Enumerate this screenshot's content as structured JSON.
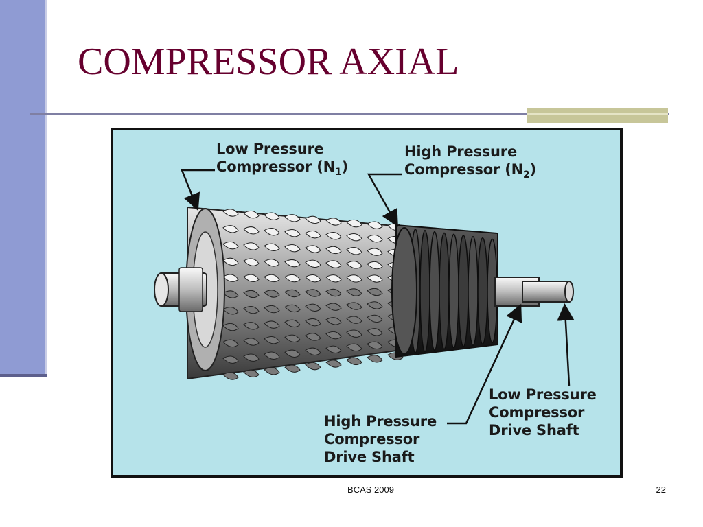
{
  "slide": {
    "title": "COMPRESSOR AXIAL",
    "footer_text": "BCAS 2009",
    "page_number": "22"
  },
  "figure": {
    "labels": {
      "lp_compressor": [
        "Low Pressure",
        "Compressor (N",
        "1",
        ")"
      ],
      "hp_compressor": [
        "High Pressure",
        "Compressor (N",
        "2",
        ")"
      ],
      "hp_drive_shaft": [
        "High Pressure",
        "Compressor",
        "Drive Shaft"
      ],
      "lp_drive_shaft": [
        "Low Pressure",
        "Compressor",
        "Drive Shaft"
      ]
    }
  },
  "colors": {
    "title": "#66002e",
    "sidebar": "#8f9bd3",
    "accent": "#c7c699",
    "figure_background": "#b6e3ea"
  }
}
